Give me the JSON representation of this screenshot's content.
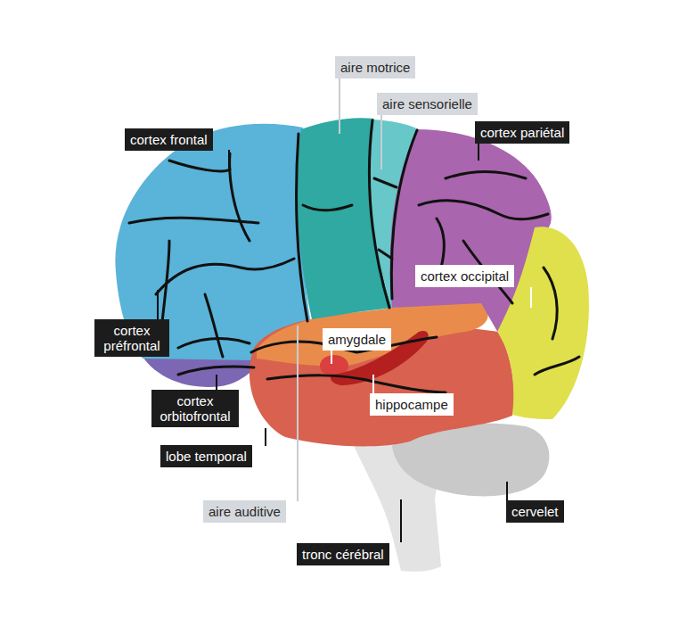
{
  "diagram": {
    "nodes": [
      {
        "text": [
          "aire motrice"
        ]
      },
      {
        "text": [
          "aire sensorielle"
        ]
      },
      {
        "text": [
          "cortex frontal"
        ]
      },
      {
        "text": [
          "cortex pariétal"
        ]
      },
      {
        "text": [
          "cortex occipital"
        ]
      },
      {
        "text": [
          "cortex préfrontal"
        ]
      },
      {
        "text": [
          "amygdale"
        ]
      },
      {
        "text": [
          "hippocampe"
        ]
      },
      {
        "text": [
          "cortex orbitofrontal"
        ]
      },
      {
        "text": [
          "lobe temporal"
        ]
      },
      {
        "text": [
          "aire auditive"
        ]
      },
      {
        "text": [
          "tronc cérébral"
        ]
      },
      {
        "text": [
          "cervelet"
        ]
      }
    ]
  }
}
